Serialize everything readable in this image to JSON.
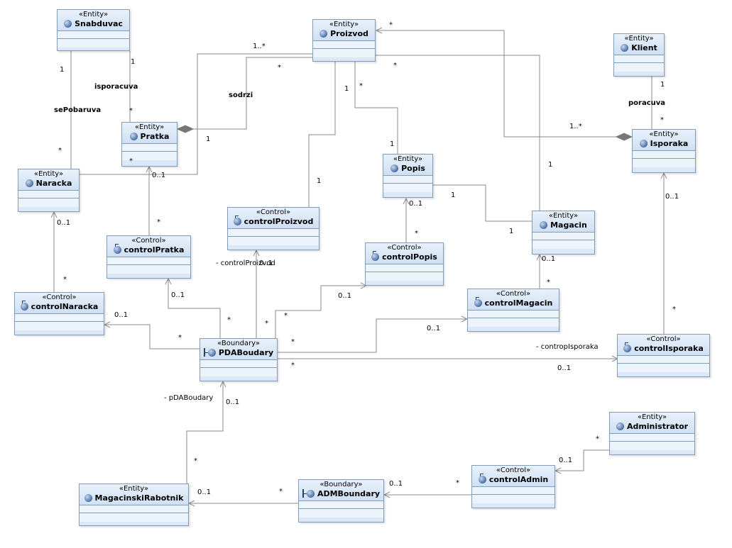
{
  "stereotypes": {
    "entity": "«Entity»",
    "control": "«Control»",
    "boundary": "«Boundary»"
  },
  "classes": {
    "snabduvac": "Snabduvac",
    "proizvod": "Proizvod",
    "klient": "Klient",
    "pratka": "Pratka",
    "isporaka": "Isporaka",
    "naracka": "Naracka",
    "popis": "Popis",
    "magacin": "Magacin",
    "controlProizvod": "controlProizvod",
    "controlPratka": "controlPratka",
    "controlPopis": "controlPopis",
    "controlNaracka": "controlNaracka",
    "controlMagacin": "controlMagacin",
    "pdaBoudary": "PDABoudary",
    "controlIsporaka": "controlIsporaka",
    "administrator": "Administrator",
    "controlAdmin": "controlAdmin",
    "magacinskiRabotnik": "MagacinskiRabotnik",
    "admBoundary": "ADMBoundary"
  },
  "associations": {
    "isporacuva": "isporacuva",
    "sePobaruva": "sePobaruva",
    "sodrzi": "sodrzi",
    "poracuva": "poracuva"
  },
  "roles": {
    "controlProizvod": "- controlProizvod",
    "contropIsporaka": "- contropIsporaka",
    "pDABoudary": "- pDABoudary"
  },
  "multiplicities": {
    "m01": "1..*",
    "m02": "*",
    "m03": "*",
    "m04": "*",
    "m05": "1",
    "m06": "*",
    "m07": "1",
    "m08": "1",
    "m09": "*",
    "m10": "*",
    "m11": "1",
    "m12": "*",
    "m13": "1",
    "m14": "1..*",
    "m15": "1",
    "m16": "1",
    "m17": "1",
    "m18": "0..1",
    "m19": "0..1",
    "m20": "*",
    "m21": "*",
    "m22": "1",
    "m23": "1",
    "m24": "0..1",
    "m25": "*",
    "m26": "0..1",
    "m27": "0..1",
    "m28": "0..1",
    "m29": "*",
    "m30": "*",
    "m31": "0..1",
    "m32": "*",
    "m33": "0..1",
    "m34": "*",
    "m35": "*",
    "m36": "*",
    "m37": "0..1",
    "m38": "*",
    "m39": "0..1",
    "m40": "*",
    "m41": "0..1",
    "m42": "*",
    "m43": "0..1",
    "m44": "0..1",
    "m45": "*",
    "m46": "0..1",
    "m47": "*",
    "m48": "*",
    "m49": "0..1"
  }
}
